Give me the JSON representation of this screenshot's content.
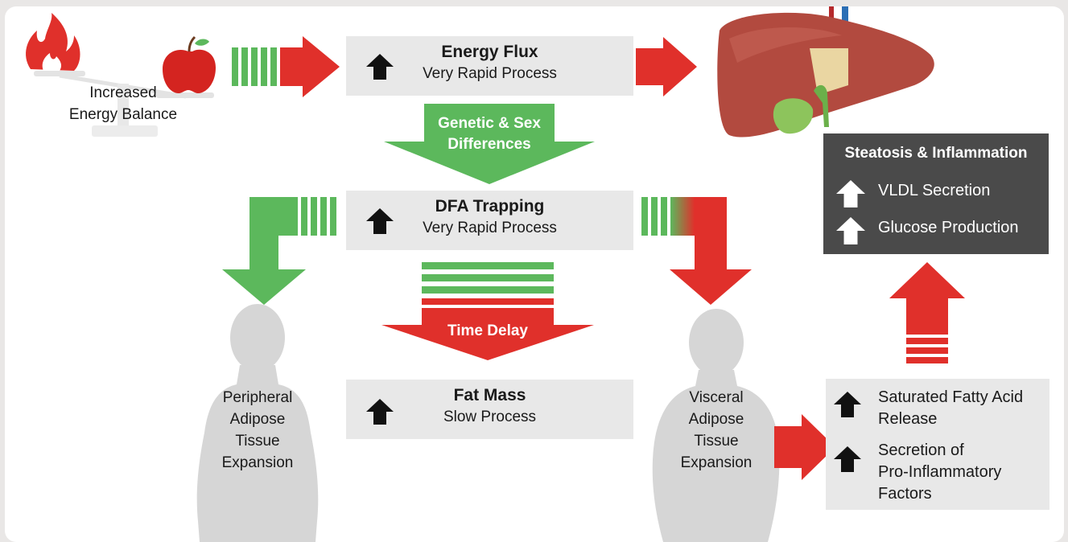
{
  "colors": {
    "green": "#5cb85c",
    "red": "#e0302b",
    "box_grey": "#e8e8e8",
    "dark_box": "#4a4a4a",
    "silhouette": "#d6d6d6"
  },
  "icons": [
    "fire-icon",
    "apple-icon",
    "scale-icon",
    "liver-icon",
    "up-arrow-icon",
    "body-silhouette-icon"
  ],
  "energy_balance": {
    "label_line1": "Increased",
    "label_line2": "Energy Balance"
  },
  "energy_flux": {
    "title": "Energy Flux",
    "subtitle": "Very Rapid Process"
  },
  "genetic": {
    "line1": "Genetic & Sex",
    "line2": "Differences"
  },
  "dfa": {
    "title": "DFA Trapping",
    "subtitle": "Very Rapid Process"
  },
  "time_delay": {
    "label": "Time Delay"
  },
  "fat_mass": {
    "title": "Fat Mass",
    "subtitle": "Slow Process"
  },
  "peripheral": {
    "line1": "Peripheral",
    "line2": "Adipose",
    "line3": "Tissue",
    "line4": "Expansion"
  },
  "visceral": {
    "line1": "Visceral",
    "line2": "Adipose",
    "line3": "Tissue",
    "line4": "Expansion"
  },
  "steatosis": {
    "title": "Steatosis & Inflammation",
    "items": [
      "VLDL Secretion",
      "Glucose Production"
    ]
  },
  "release": {
    "item1_line1": "Saturated Fatty Acid",
    "item1_line2": "Release",
    "item2_line1": "Secretion of",
    "item2_line2": "Pro-Inflammatory",
    "item2_line3": "Factors"
  }
}
